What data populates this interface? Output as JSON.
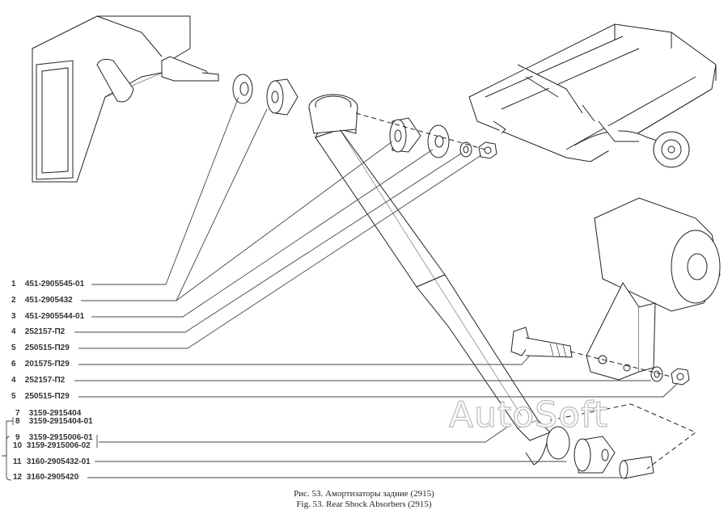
{
  "parts": [
    {
      "num": "1",
      "code": "451-2905545-01"
    },
    {
      "num": "2",
      "code": "451-2905432"
    },
    {
      "num": "3",
      "code": "451-2905544-01"
    },
    {
      "num": "4",
      "code": "252157-П2"
    },
    {
      "num": "5",
      "code": "250515-П29"
    },
    {
      "num": "6",
      "code": "201575-П29"
    },
    {
      "num": "4",
      "code": "252157-П2"
    },
    {
      "num": "5",
      "code": "250515-П29"
    },
    {
      "num": "7",
      "code": "3159-2915404"
    },
    {
      "num": "8",
      "code": "3159-2915404-01"
    },
    {
      "num": "9",
      "code": "3159-2915006-01"
    },
    {
      "num": "10",
      "code": "3159-2915006-02"
    },
    {
      "num": "11",
      "code": "3160-2905432-01"
    },
    {
      "num": "12",
      "code": "3160-2905420"
    }
  ],
  "caption": {
    "ru": "Рис. 53. Амортизаторы задние (2915)",
    "en": "Fig. 53. Rear Shock Absorbers (2915)"
  },
  "watermark": "AutoSoft"
}
